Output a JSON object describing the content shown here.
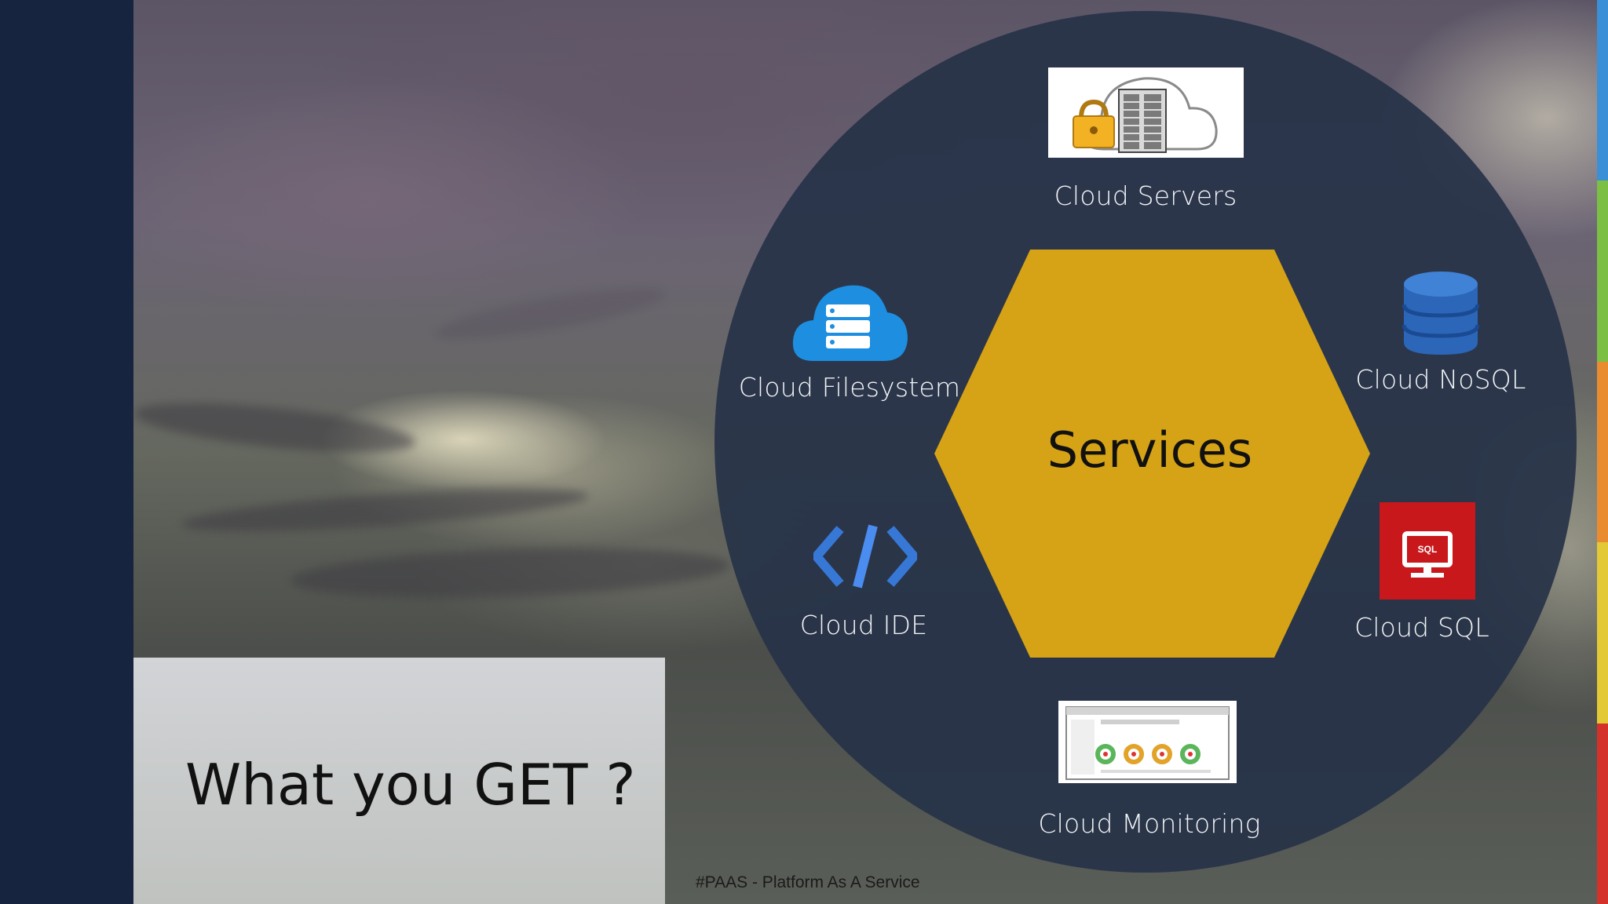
{
  "slide": {
    "title": "What you GET ?",
    "footer": "#PAAS - Platform As A Service"
  },
  "center": {
    "label": "Services",
    "color": "#d6a316"
  },
  "services": {
    "servers": {
      "label": "Cloud Servers",
      "icon": "server-lock-cloud-icon"
    },
    "filesystem": {
      "label": "Cloud Filesystem",
      "icon": "cloud-storage-icon"
    },
    "nosql": {
      "label": "Cloud NoSQL",
      "icon": "database-icon"
    },
    "ide": {
      "label": "Cloud IDE",
      "icon": "code-brackets-icon"
    },
    "sql": {
      "label": "Cloud SQL",
      "icon": "sql-monitor-icon",
      "badge": "SQL"
    },
    "monitoring": {
      "label": "Cloud Monitoring",
      "icon": "dashboard-icon"
    }
  },
  "accent_colors": {
    "circle": "#263248",
    "left_band": "#16243f",
    "strip": [
      "#3b8fd6",
      "#7bbf44",
      "#e98c2f",
      "#e2c935",
      "#d4312b"
    ]
  }
}
